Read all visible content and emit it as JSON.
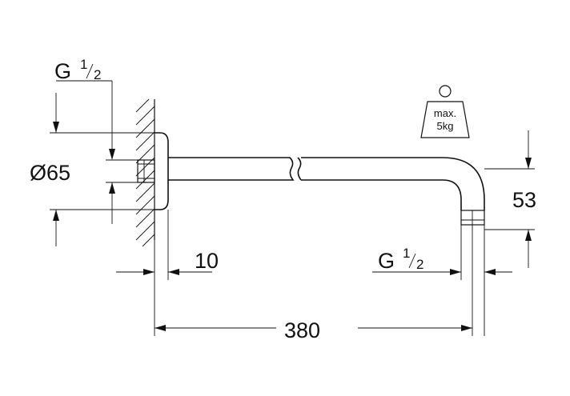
{
  "labels": {
    "thread_top": "G",
    "thread_top_num": "1",
    "thread_top_den": "2",
    "diameter": "Ø65",
    "depth": "10",
    "thread_bottom": "G",
    "thread_bottom_num": "1",
    "thread_bottom_den": "2",
    "length": "380",
    "drop": "53",
    "weight_line1": "max.",
    "weight_line2": "5kg"
  }
}
